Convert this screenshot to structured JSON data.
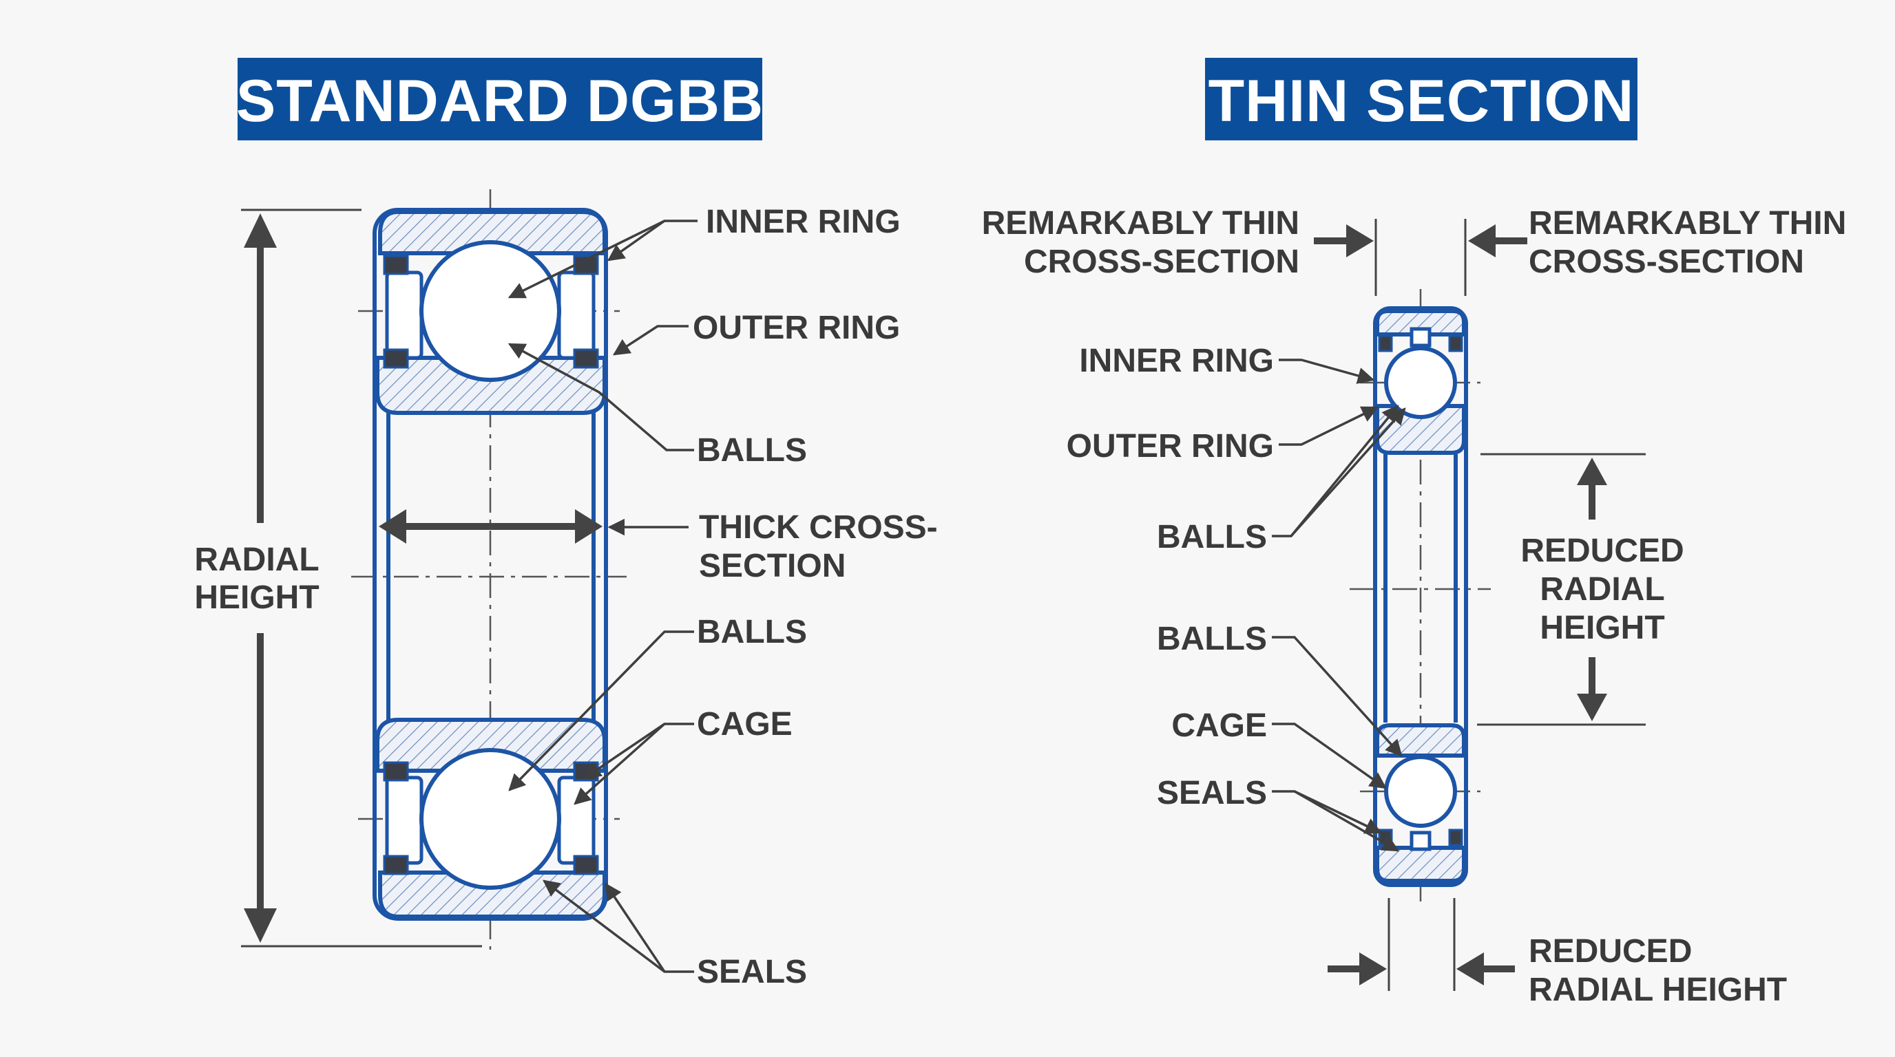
{
  "standard": {
    "title": "STANDARD DGBB",
    "labels": {
      "inner_ring": "INNER RING",
      "outer_ring": "OUTER RING",
      "balls_top": "BALLS",
      "thick_1": "THICK CROSS-",
      "thick_2": "SECTION",
      "balls_bottom": "BALLS",
      "cage": "CAGE",
      "seals": "SEALS",
      "radial_1": "RADIAL",
      "radial_2": "HEIGHT"
    }
  },
  "thin": {
    "title": "THIN SECTION",
    "labels": {
      "remark_left_1": "REMARKABLY THIN",
      "remark_left_2": "CROSS-SECTION",
      "remark_right_1": "REMARKABLY THIN",
      "remark_right_2": "CROSS-SECTION",
      "inner_ring": "INNER RING",
      "outer_ring": "OUTER RING",
      "balls_top": "BALLS",
      "balls_bottom": "BALLS",
      "cage": "CAGE",
      "seals": "SEALS",
      "reduced_1": "REDUCED",
      "reduced_2": "RADIAL",
      "reduced_3": "HEIGHT",
      "bottom_1": "REDUCED",
      "bottom_2": "RADIAL HEIGHT"
    }
  },
  "colors": {
    "title_bg": "#0b4f9c",
    "outline": "#1c54a6",
    "label_text": "#3a3a3a",
    "background": "#f7f7f7"
  }
}
